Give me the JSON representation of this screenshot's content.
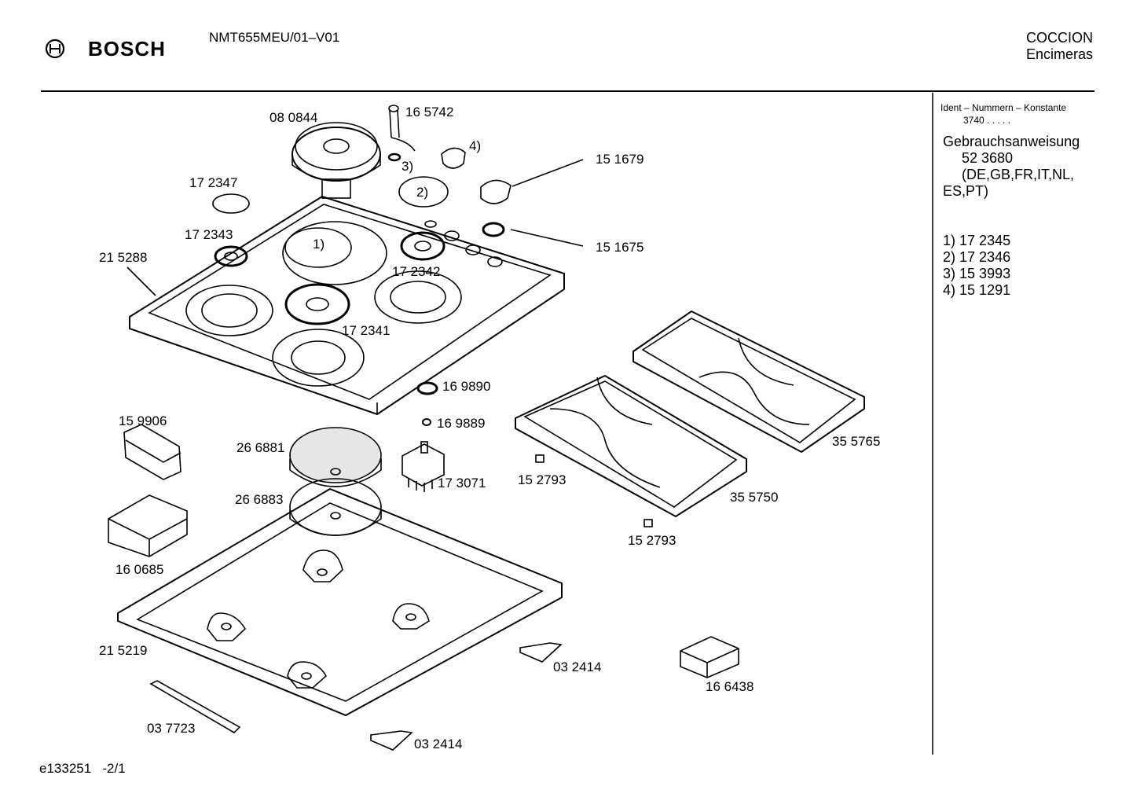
{
  "header": {
    "brand": "BOSCH",
    "model": "NMT655MEU/01–V01",
    "category": "COCCION",
    "subcategory": "Encimeras"
  },
  "sidebar": {
    "ident_title": "Ident – Nummern – Konstante",
    "ident_value": "3740  .  .  .  .  .",
    "manual_title": "Gebrauchsanweisung",
    "manual_number": "52 3680",
    "manual_languages_1": "(DE,GB,FR,IT,NL,",
    "manual_languages_2": "ES,PT)",
    "notes": [
      {
        "key": "1)",
        "value": "17 2345"
      },
      {
        "key": "2)",
        "value": "17 2346"
      },
      {
        "key": "3)",
        "value": "15 3993"
      },
      {
        "key": "4)",
        "value": "15 1291"
      }
    ]
  },
  "parts": {
    "p080844": "08 0844",
    "p165742": "16 5742",
    "p151679": "15 1679",
    "p151675": "15 1675",
    "p172347": "17 2347",
    "p172343": "17 2343",
    "p215288": "21 5288",
    "p172342": "17 2342",
    "p172341": "17 2341",
    "p169890": "16 9890",
    "p169889": "16 9889",
    "p159906": "15 9906",
    "p266881": "26 6881",
    "p266883": "26 6883",
    "p173071": "17 3071",
    "p152793a": "15 2793",
    "p152793b": "15 2793",
    "p355765": "35 5765",
    "p355750": "35 5750",
    "p160685": "16 0685",
    "p215219": "21 5219",
    "p032414a": "03 2414",
    "p032414b": "03 2414",
    "p166438": "16 6438",
    "p037723": "03 7723",
    "ref1": "1)",
    "ref2": "2)",
    "ref3": "3)",
    "ref4": "4)"
  },
  "footer": {
    "drawing_id": "e133251",
    "page": "-2/1"
  }
}
